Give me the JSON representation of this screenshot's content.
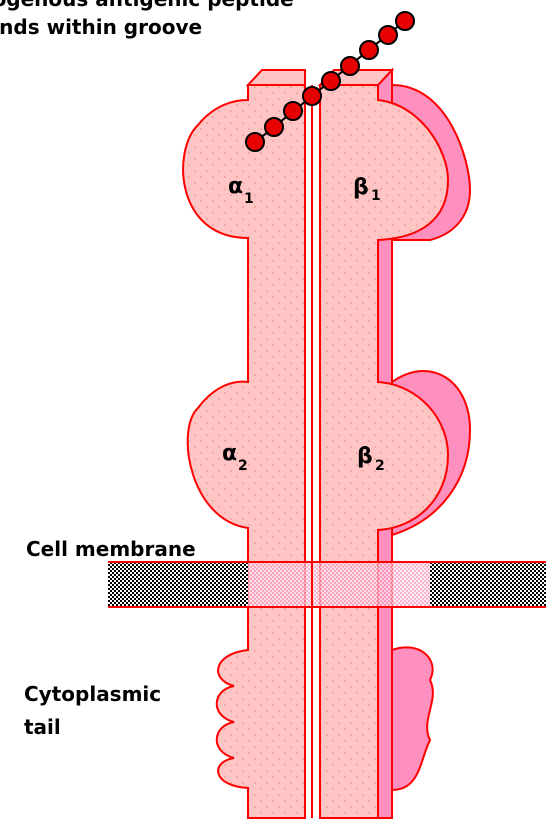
{
  "labels": {
    "peptide_line1": "Exogenous antigenic peptide",
    "peptide_line2": "binds within groove",
    "alpha1": "α",
    "alpha1_sub": "1",
    "beta1": "β",
    "beta1_sub": "1",
    "alpha2": "α",
    "alpha2_sub": "2",
    "beta2": "β",
    "beta2_sub": "2",
    "membrane": "Cell membrane",
    "tail_line1": "Cytoplasmic",
    "tail_line2": "tail"
  },
  "colors": {
    "protein_fill": "#ffc4c4",
    "protein_side": "#ff8fbf",
    "outline": "#ff0000",
    "peptide_bead": "#e60000",
    "membrane_pattern": "#000000"
  }
}
